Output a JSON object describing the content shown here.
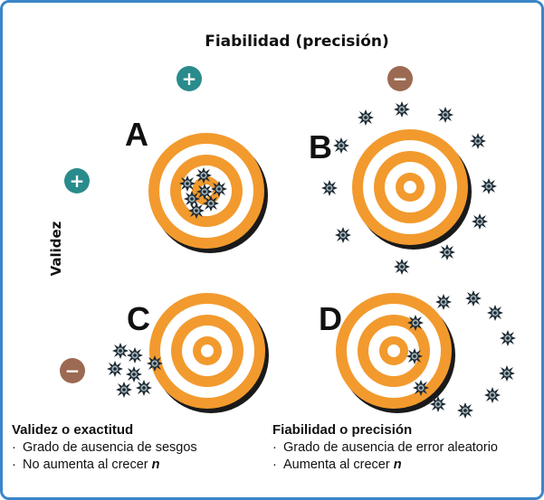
{
  "title": "Fiabilidad (precisión)",
  "y_axis_label": "Validez",
  "top_signs": {
    "left": "+",
    "right": "−"
  },
  "side_signs": {
    "top": "+",
    "bottom": "−"
  },
  "quadrants": [
    {
      "label": "A"
    },
    {
      "label": "B"
    },
    {
      "label": "C"
    },
    {
      "label": "D"
    }
  ],
  "legend": {
    "left": {
      "heading": "Validez o exactitud",
      "items": [
        {
          "text": "Grado de ausencia de sesgos",
          "suffix": ""
        },
        {
          "text": "No aumenta al crecer",
          "suffix": "n"
        }
      ]
    },
    "right": {
      "heading": "Fiabilidad o precisión",
      "items": [
        {
          "text": "Grado de ausencia de error aleatorio",
          "suffix": ""
        },
        {
          "text": "Aumenta al crecer",
          "suffix": "n"
        }
      ]
    }
  },
  "colors": {
    "orange": "#f29a2e",
    "plus_circle": "#2a8b8c",
    "minus_circle": "#9c6a52",
    "frame": "#3a86c8"
  }
}
